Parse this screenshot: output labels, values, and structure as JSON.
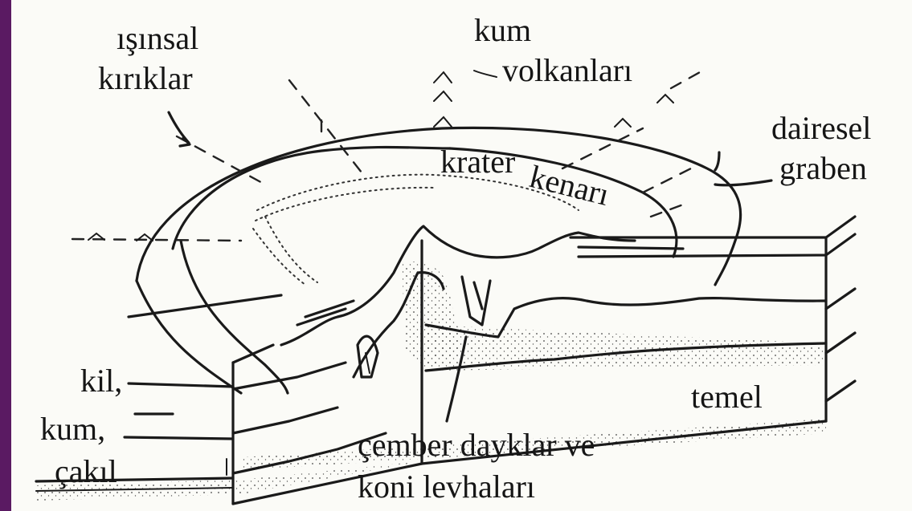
{
  "labels": {
    "radial_fractures_1": "ışınsal",
    "radial_fractures_2": "kırıklar",
    "sand_volcanoes_1": "kum",
    "sand_volcanoes_2": "volkanları",
    "circular_graben_1": "dairesel",
    "circular_graben_2": "graben",
    "crater_1": "krater",
    "crater_2": "kenarı",
    "clay": "kil,",
    "sand": "kum,",
    "gravel": "çakıl",
    "basement": "temel",
    "ring_dikes_1": "çember dayklar ve",
    "ring_dikes_2": "koni levhaları"
  },
  "colors": {
    "border": "#5a1a62",
    "paper": "#fbfbf7",
    "ink": "#1a1a1a"
  }
}
